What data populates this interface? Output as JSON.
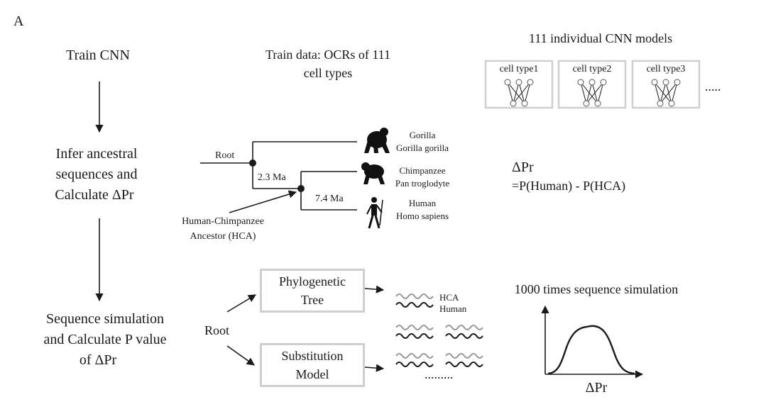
{
  "panel_label": "A",
  "steps": {
    "train": "Train CNN",
    "infer": [
      "Infer ancestral",
      "sequences and",
      "Calculate ΔPr"
    ],
    "simulate": [
      "Sequence simulation",
      "and Calculate P value",
      "of ΔPr"
    ]
  },
  "train_data": [
    "Train data: OCRs of 111",
    "cell types"
  ],
  "models": {
    "title": "111 individual CNN models",
    "cell_types": [
      "cell type1",
      "cell type2",
      "cell type3"
    ],
    "ellipsis": "....."
  },
  "tree": {
    "root": "Root",
    "times": [
      "2.3 Ma",
      "7.4 Ma"
    ],
    "hca_label": [
      "Human-Chimpanzee",
      "Ancestor (HCA)"
    ],
    "species": [
      {
        "common": "Gorilla",
        "latin": "Gorilla gorilla",
        "icon": "gorilla-icon"
      },
      {
        "common": "Chimpanzee",
        "latin": "Pan troglodyte",
        "icon": "chimpanzee-icon"
      },
      {
        "common": "Human",
        "latin": "Homo sapiens",
        "icon": "human-icon"
      }
    ]
  },
  "delta": {
    "symbol": "ΔPr",
    "formula": "=P(Human) - P(HCA)"
  },
  "simulation": {
    "root": "Root",
    "boxes": [
      [
        "Phylogenetic",
        "Tree"
      ],
      [
        "Substitution",
        "Model"
      ]
    ],
    "seq_labels": [
      "HCA",
      "Human"
    ],
    "dots": ".........",
    "title": "1000 times sequence simulation",
    "xlabel": "ΔPr"
  }
}
